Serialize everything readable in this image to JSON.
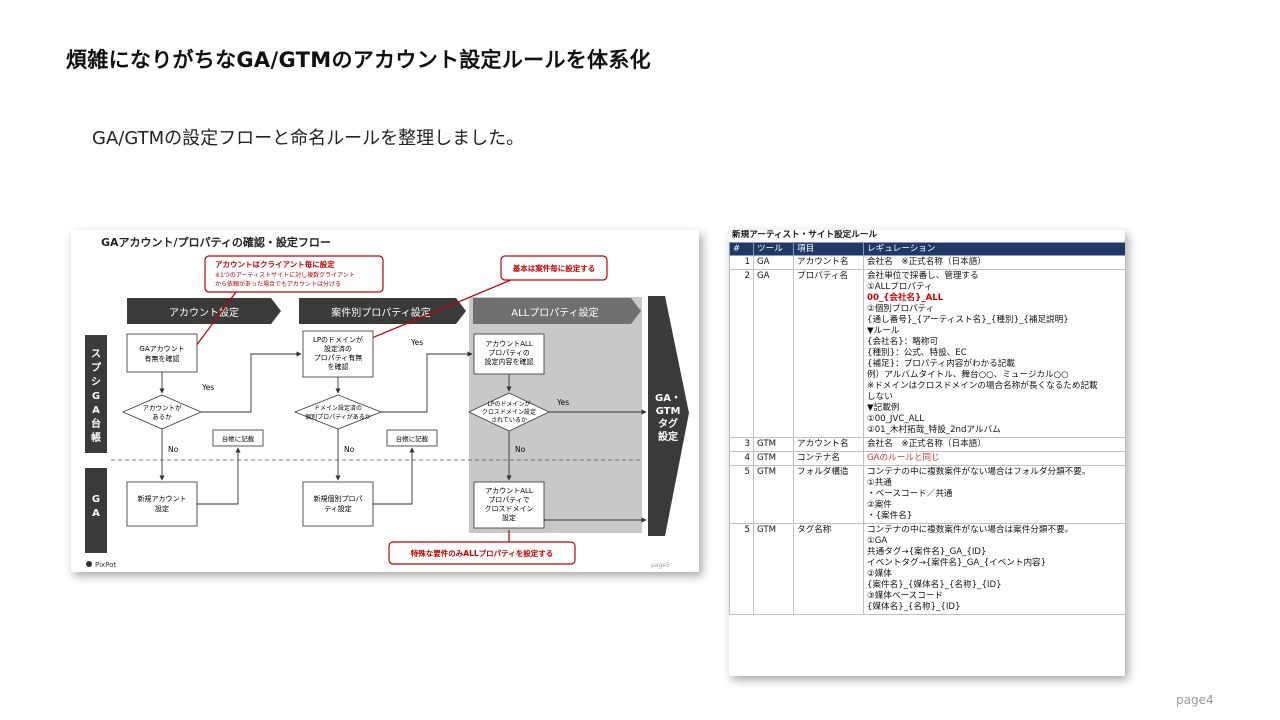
{
  "slide": {
    "title": "煩雑になりがちなGA/GTMのアカウント設定ルールを体系化",
    "subtitle": "GA/GTMの設定フローと命名ルールを整理しました。",
    "page": "page4"
  },
  "flow": {
    "title": "GAアカウント/プロパティの確認・設定フロー",
    "phases": [
      "アカウント設定",
      "案件別プロパティ設定",
      "ALLプロパティ設定"
    ],
    "final": [
      "GA・",
      "GTM",
      "タグ",
      "設定"
    ],
    "lanes": {
      "ga_ledger": [
        "ス",
        "プ",
        "シ",
        "G",
        "A",
        "台",
        "帳"
      ],
      "ga": [
        "G",
        "A"
      ]
    },
    "callouts": {
      "account_title": "アカウントはクライアント毎に設定",
      "account_note1": "※1つのアーティストサイトに対し複数クライアント",
      "account_note2": "から依頼があった場合でもアカウントは分ける",
      "project": "基本は案件毎に設定する",
      "special": "特殊な要件のみALLプロパティを設定する"
    },
    "boxes": {
      "check_account": [
        "GAアカウント",
        "有無を確認"
      ],
      "lp_domain": [
        "LPのドメインが",
        "設定済の",
        "プロパティ有無",
        "を確認"
      ],
      "all_check": [
        "アカウントALL",
        "プロパティの",
        "設定内容を確認"
      ],
      "new_account": [
        "新規アカウント",
        "設定"
      ],
      "new_property": [
        "新規個別プロパ",
        "ティ設定"
      ],
      "all_cross": [
        "アカウントALL",
        "プロパティで",
        "クロスドメイン",
        "設定"
      ],
      "ledger1": "台帳に記載",
      "ledger2": "台帳に記載"
    },
    "diamonds": {
      "has_account": [
        "アカウントが",
        "あるか"
      ],
      "has_domain": [
        "ドメイン設定済の",
        "個別プロパティがあるか"
      ],
      "cross_set": [
        "LPのドメインが",
        "クロスドメイン設定",
        "されているか"
      ]
    },
    "labels": {
      "yes": "Yes",
      "no": "No"
    },
    "logo": "PixPot",
    "corner_page": "page5"
  },
  "rules": {
    "title": "新規アーティスト・サイト設定ルール",
    "headers": [
      "#",
      "ツール",
      "項目",
      "レギュレーション"
    ],
    "rows": [
      {
        "num": "1",
        "tool": "GA",
        "item": "アカウント名",
        "lines": [
          {
            "t": "会社名　※正式名称（日本語）"
          }
        ]
      },
      {
        "num": "2",
        "tool": "GA",
        "item": "プロパティ名",
        "lines": [
          {
            "t": "会社単位で採番し、管理する"
          },
          {
            "t": " "
          },
          {
            "t": "①ALLプロパティ"
          },
          {
            "t": "00_{会社名}_ALL",
            "s": "red-bold"
          },
          {
            "t": " "
          },
          {
            "t": "②個別プロパティ"
          },
          {
            "t": "{通し番号}_{アーティスト名}_{種別}_{補足説明}"
          },
          {
            "t": " "
          },
          {
            "t": "▼ルール"
          },
          {
            "t": "{会社名}：略称可"
          },
          {
            "t": "{種別}：公式、特設、EC"
          },
          {
            "t": "{補足}：プロパティ内容がわかる記載"
          },
          {
            "t": "例）アルバムタイトル、舞台○○、ミュージカル○○"
          },
          {
            "t": " "
          },
          {
            "t": "※ドメインはクロスドメインの場合名称が長くなるため記載"
          },
          {
            "t": "しない"
          },
          {
            "t": " "
          },
          {
            "t": "▼記載例"
          },
          {
            "t": "①00_JVC_ALL"
          },
          {
            "t": "②01_木村拓哉_特設_2ndアルバム"
          }
        ]
      },
      {
        "num": "3",
        "tool": "GTM",
        "item": "アカウント名",
        "lines": [
          {
            "t": "会社名　※正式名称（日本語）"
          }
        ]
      },
      {
        "num": "4",
        "tool": "GTM",
        "item": "コンテナ名",
        "lines": [
          {
            "t": "GAのルールと同じ",
            "s": "red"
          }
        ]
      },
      {
        "num": "5",
        "tool": "GTM",
        "item": "フォルダ構造",
        "lines": [
          {
            "t": "コンテナの中に複数案件がない場合はフォルダ分類不要。"
          },
          {
            "t": "①共通"
          },
          {
            "t": "・ベースコード／共通"
          },
          {
            "t": "②案件"
          },
          {
            "t": "・{案件名}"
          }
        ]
      },
      {
        "num": "5",
        "tool": "GTM",
        "item": "タグ名称",
        "lines": [
          {
            "t": "コンテナの中に複数案件がない場合は案件分類不要。"
          },
          {
            "t": "①GA"
          },
          {
            "t": "共通タグ→{案件名}_GA_{ID}"
          },
          {
            "t": "イベントタグ→{案件名}_GA_{イベント内容}"
          },
          {
            "t": "②媒体"
          },
          {
            "t": "{案件名}_{媒体名}_{名称}_{ID}"
          },
          {
            "t": "③媒体ベースコード"
          },
          {
            "t": "{媒体名}_{名称}_{ID}"
          }
        ]
      }
    ]
  }
}
